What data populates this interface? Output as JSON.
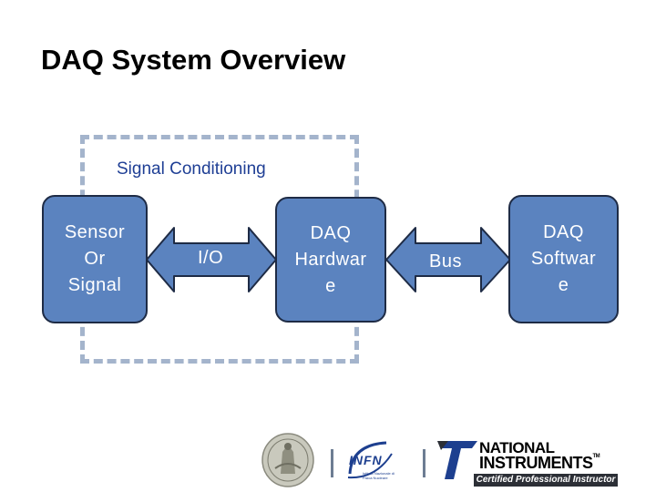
{
  "title": "DAQ System Overview",
  "signal_conditioning_label": "Signal Conditioning",
  "blocks": {
    "sensor": "Sensor\nOr\nSignal",
    "hardware": "DAQ\nHardwar\ne",
    "software": "DAQ\nSoftwar\ne"
  },
  "arrows": {
    "io": "I/O",
    "bus": "Bus"
  },
  "logos": {
    "infn": "INFN",
    "infn_subtitle": "Istituto Nazionale di Fisica Nucleare",
    "ni_line1": "NATIONAL",
    "ni_line2": "INSTRUMENTS",
    "ni_tm": "TM",
    "ni_banner": "Certified Professional Instructor"
  },
  "colors": {
    "block_fill": "#5b83bf",
    "block_border": "#1e2b45",
    "dashed_border": "#a4b4cc",
    "label_blue": "#1f3f95"
  }
}
